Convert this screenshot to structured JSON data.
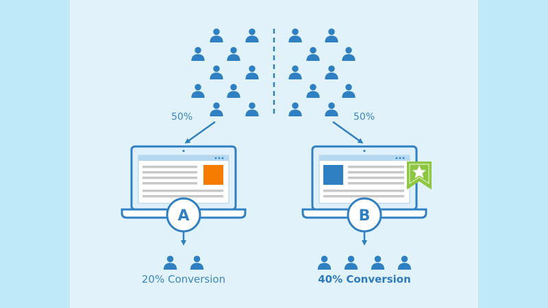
{
  "split": {
    "left_pct": "50%",
    "right_pct": "50%"
  },
  "variant_a": {
    "label": "A",
    "conversion": "20% Conversion",
    "converted_users": 2
  },
  "variant_b": {
    "label": "B",
    "conversion": "40% Conversion",
    "converted_users": 4
  },
  "colors": {
    "primary": "#2f80c3",
    "accent_a": "#f57c00",
    "accent_b": "#2f80c3",
    "badge": "#8dc63f",
    "panel": "#e2f2fb",
    "outer": "#bfe8f9"
  },
  "icons": [
    "person-icon",
    "star-ribbon-icon"
  ]
}
